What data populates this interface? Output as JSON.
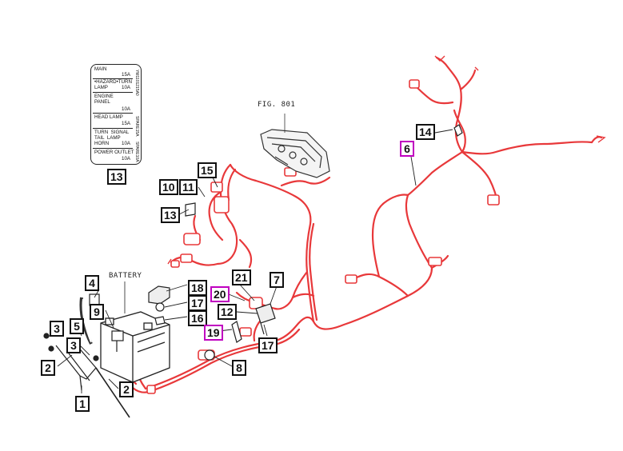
{
  "labels": {
    "fig": "FIG. 801",
    "battery": "BATTERY"
  },
  "fuse_card": {
    "rows": [
      {
        "name": "MAIN",
        "amp": "15A"
      },
      {
        "name": "•HAZARD•TURN\nLAMP",
        "amp": "10A"
      },
      {
        "name": "ENGINE\nPANEL",
        "amp": "10A"
      },
      {
        "name": "HEAD  LAMP",
        "amp": "15A"
      },
      {
        "name": "TURN  SIGNAL\nTAIL  LAMP\nHORN",
        "amp": "10A"
      },
      {
        "name": "POWER  OUTLET",
        "amp": "10A"
      }
    ],
    "side_labels": [
      "YM1101215A0",
      "SPARE15A",
      "SPARE10A"
    ]
  },
  "callouts": [
    {
      "id": "c13a",
      "text": "13",
      "highlight": false
    },
    {
      "id": "c15",
      "text": "15",
      "highlight": false
    },
    {
      "id": "c10",
      "text": "10",
      "highlight": false
    },
    {
      "id": "c11",
      "text": "11",
      "highlight": false
    },
    {
      "id": "c13b",
      "text": "13",
      "highlight": false
    },
    {
      "id": "c14",
      "text": "14",
      "highlight": false
    },
    {
      "id": "c6",
      "text": "6",
      "highlight": true
    },
    {
      "id": "c4",
      "text": "4",
      "highlight": false
    },
    {
      "id": "c9",
      "text": "9",
      "highlight": false
    },
    {
      "id": "c3a",
      "text": "3",
      "highlight": false
    },
    {
      "id": "c5",
      "text": "5",
      "highlight": false
    },
    {
      "id": "c3b",
      "text": "3",
      "highlight": false
    },
    {
      "id": "c2a",
      "text": "2",
      "highlight": false
    },
    {
      "id": "c1",
      "text": "1",
      "highlight": false
    },
    {
      "id": "c2b",
      "text": "2",
      "highlight": false
    },
    {
      "id": "c18",
      "text": "18",
      "highlight": false
    },
    {
      "id": "c17a",
      "text": "17",
      "highlight": false
    },
    {
      "id": "c16",
      "text": "16",
      "highlight": false
    },
    {
      "id": "c21",
      "text": "21",
      "highlight": false
    },
    {
      "id": "c20",
      "text": "20",
      "highlight": true
    },
    {
      "id": "c12",
      "text": "12",
      "highlight": false
    },
    {
      "id": "c19",
      "text": "19",
      "highlight": true
    },
    {
      "id": "c7",
      "text": "7",
      "highlight": false
    },
    {
      "id": "c17b",
      "text": "17",
      "highlight": false
    },
    {
      "id": "c8",
      "text": "8",
      "highlight": false
    }
  ],
  "colors": {
    "harness": "#e8383a",
    "line": "#222222",
    "highlight": "#c000c0"
  }
}
